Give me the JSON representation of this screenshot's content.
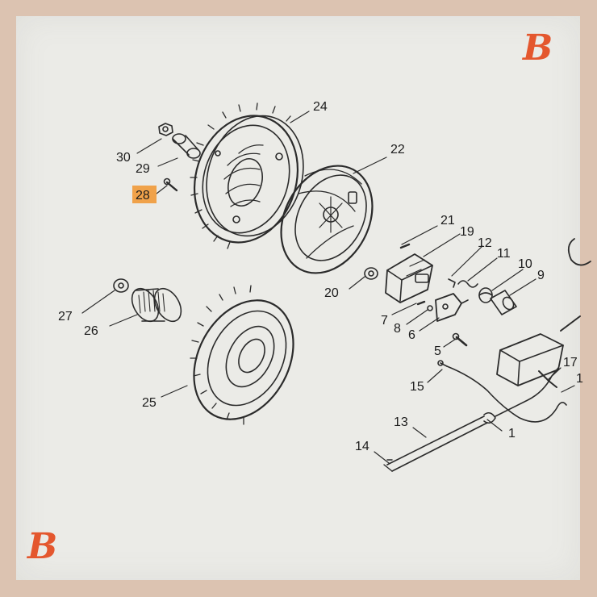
{
  "brand": {
    "logo_letter": "B",
    "accent": "#e4572e",
    "highlight": "#f0a24a"
  },
  "diagram": {
    "highlighted_part": "28",
    "labels": [
      {
        "id": "p1",
        "text": "1"
      },
      {
        "id": "p5",
        "text": "5"
      },
      {
        "id": "p6",
        "text": "6"
      },
      {
        "id": "p7",
        "text": "7"
      },
      {
        "id": "p8",
        "text": "8"
      },
      {
        "id": "p9",
        "text": "9"
      },
      {
        "id": "p10",
        "text": "10"
      },
      {
        "id": "p11",
        "text": "11"
      },
      {
        "id": "p12",
        "text": "12"
      },
      {
        "id": "p13",
        "text": "13"
      },
      {
        "id": "p14",
        "text": "14"
      },
      {
        "id": "p15",
        "text": "15"
      },
      {
        "id": "p17",
        "text": "17"
      },
      {
        "id": "p18",
        "text": "1"
      },
      {
        "id": "p19",
        "text": "19"
      },
      {
        "id": "p20",
        "text": "20"
      },
      {
        "id": "p21",
        "text": "21"
      },
      {
        "id": "p22",
        "text": "22"
      },
      {
        "id": "p24",
        "text": "24"
      },
      {
        "id": "p25",
        "text": "25"
      },
      {
        "id": "p26",
        "text": "26"
      },
      {
        "id": "p27",
        "text": "27"
      },
      {
        "id": "p28",
        "text": "28"
      },
      {
        "id": "p29",
        "text": "29"
      },
      {
        "id": "p30",
        "text": "30"
      }
    ]
  }
}
